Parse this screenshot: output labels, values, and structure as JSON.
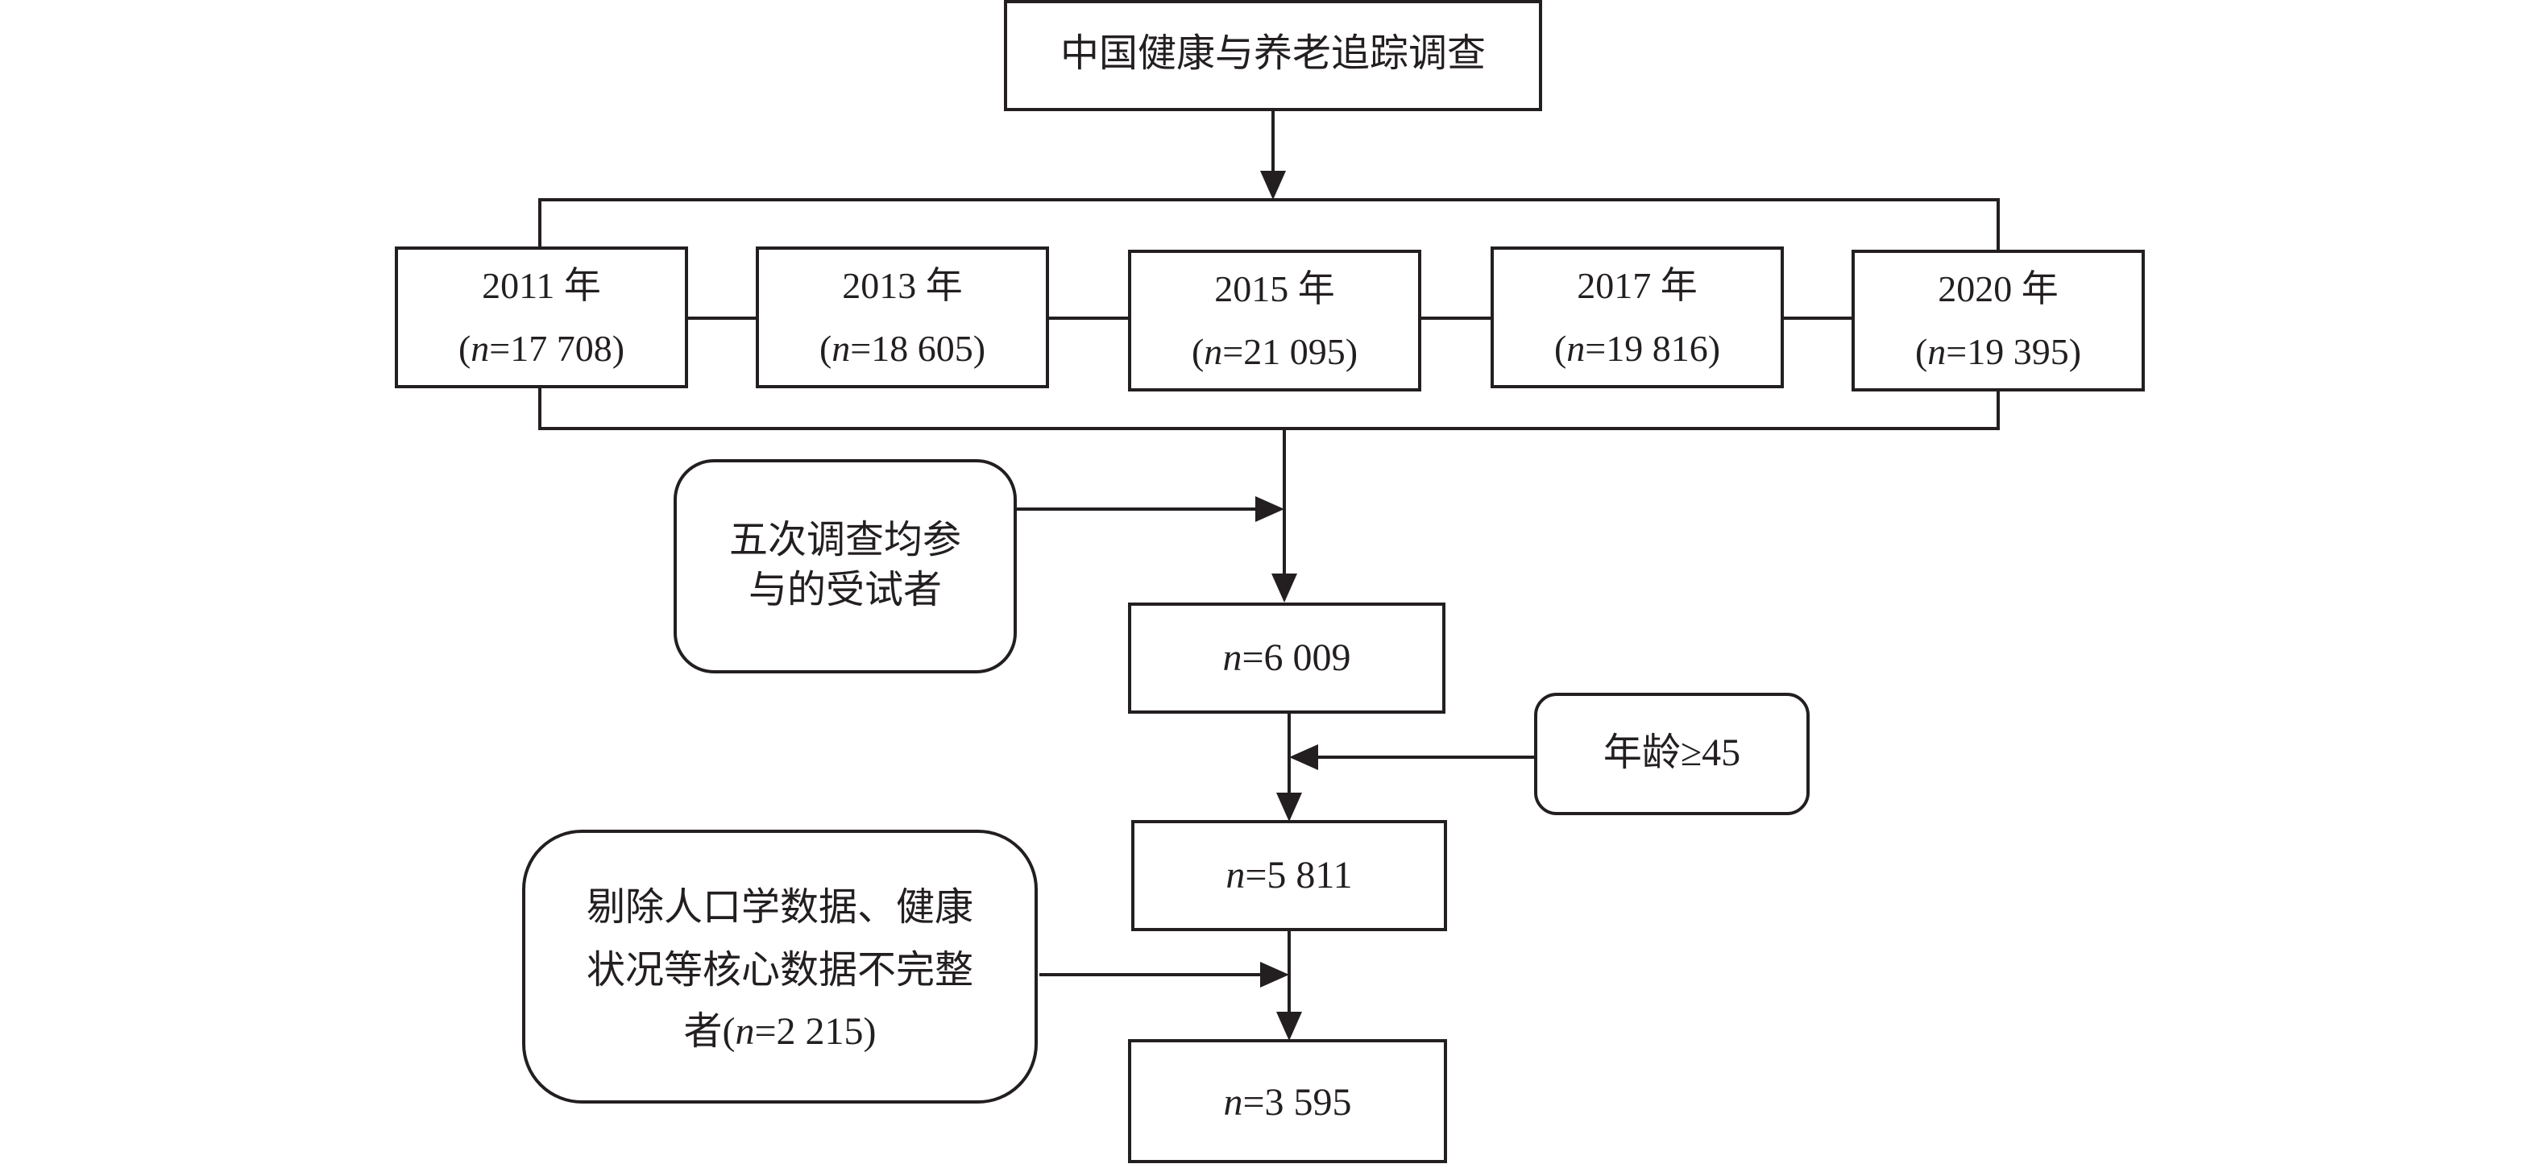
{
  "title_box": {
    "label": "中国健康与养老追踪调查"
  },
  "waves": [
    {
      "year": "2011 年",
      "count": "17 708)"
    },
    {
      "year": "2013 年",
      "count": "18 605)"
    },
    {
      "year": "2015 年",
      "count": "21 095)"
    },
    {
      "year": "2017 年",
      "count": "19 816)"
    },
    {
      "year": "2020 年",
      "count": "19 395)"
    }
  ],
  "count_prefix": "(",
  "n_symbol": "n",
  "n_eq": "=",
  "criteria": {
    "all_waves": [
      "五次调查均参",
      "与的受试者"
    ],
    "age": "年龄≥45",
    "exclusion": [
      "剔除人口学数据、健康",
      "状况等核心数据不完整",
      "者(",
      "n",
      "=2 215)"
    ]
  },
  "results": {
    "r1": "6 009",
    "r2": "5 811",
    "r3": "3 595"
  }
}
